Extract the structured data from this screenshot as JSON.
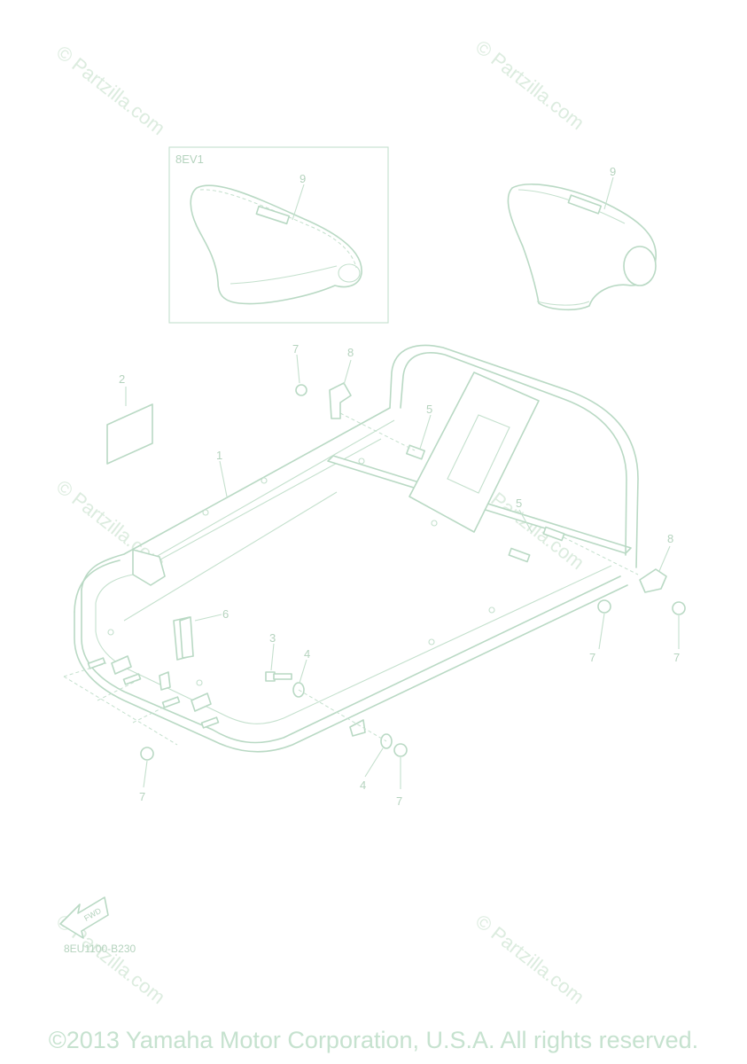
{
  "watermark": "© Partzilla.com",
  "inset_label": "8EV1",
  "diagram_code": "8EU1100-B230",
  "fwd_label": "FWD",
  "copyright": "©2013 Yamaha Motor Corporation, U.S.A. All rights reserved.",
  "callouts": {
    "c1": "1",
    "c2": "2",
    "c3": "3",
    "c4a": "4",
    "c4b": "4",
    "c5a": "5",
    "c5b": "5",
    "c6": "6",
    "c7a": "7",
    "c7b": "7",
    "c7c": "7",
    "c7d": "7",
    "c7e": "7",
    "c8a": "8",
    "c8b": "8",
    "c9a": "9",
    "c9b": "9"
  }
}
